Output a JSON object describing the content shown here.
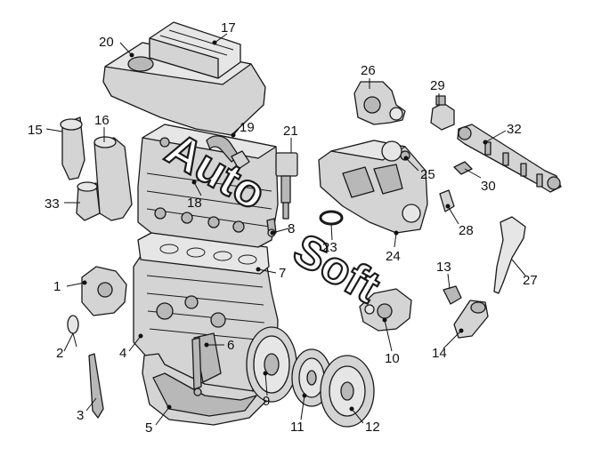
{
  "watermark": {
    "part1": "Auto",
    "part2": "Soft"
  },
  "callouts": [
    {
      "id": "c1",
      "label": "1"
    },
    {
      "id": "c2",
      "label": "2"
    },
    {
      "id": "c3",
      "label": "3"
    },
    {
      "id": "c4",
      "label": "4"
    },
    {
      "id": "c5",
      "label": "5"
    },
    {
      "id": "c6",
      "label": "6"
    },
    {
      "id": "c7",
      "label": "7"
    },
    {
      "id": "c8",
      "label": "8"
    },
    {
      "id": "c9",
      "label": "9"
    },
    {
      "id": "c10",
      "label": "10"
    },
    {
      "id": "c11",
      "label": "11"
    },
    {
      "id": "c12",
      "label": "12"
    },
    {
      "id": "c13",
      "label": "13"
    },
    {
      "id": "c14",
      "label": "14"
    },
    {
      "id": "c15",
      "label": "15"
    },
    {
      "id": "c16",
      "label": "16"
    },
    {
      "id": "c17",
      "label": "17"
    },
    {
      "id": "c18",
      "label": "18"
    },
    {
      "id": "c19",
      "label": "19"
    },
    {
      "id": "c20",
      "label": "20"
    },
    {
      "id": "c21",
      "label": "21"
    },
    {
      "id": "c23",
      "label": "23"
    },
    {
      "id": "c24",
      "label": "24"
    },
    {
      "id": "c25",
      "label": "25"
    },
    {
      "id": "c26",
      "label": "26"
    },
    {
      "id": "c27",
      "label": "27"
    },
    {
      "id": "c28",
      "label": "28"
    },
    {
      "id": "c29",
      "label": "29"
    },
    {
      "id": "c30",
      "label": "30"
    },
    {
      "id": "c32",
      "label": "32"
    },
    {
      "id": "c33",
      "label": "33"
    }
  ]
}
